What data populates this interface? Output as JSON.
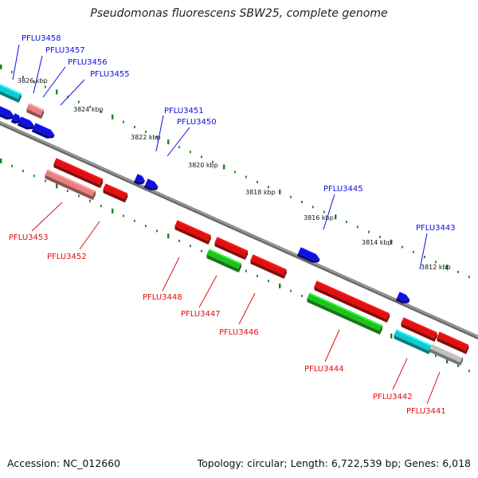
{
  "title": "Pseudomonas fluorescens SBW25, complete genome",
  "footer": {
    "accession": "Accession: NC_012660",
    "topology": "Topology: circular; Length: 6,722,539 bp; Genes: 6,018"
  },
  "colors": {
    "blue": "#1010e0",
    "red": "#e01010",
    "pink": "#e88080",
    "green": "#20c020",
    "cyan": "#10c8d0",
    "gray": "#c0c0c0",
    "dots": "#208020",
    "backbone": "#808080"
  },
  "ticks": [
    "3826 kbp",
    "3824 kbp",
    "3822 kbp",
    "3820 kbp",
    "3818 kbp",
    "3816 kbp",
    "3814 kbp",
    "3812 kbp"
  ],
  "labels_top": [
    "PFLU3458",
    "PFLU3457",
    "PFLU3456",
    "PFLU3455",
    "PFLU3451",
    "PFLU3450",
    "PFLU3445",
    "PFLU3443"
  ],
  "labels_bottom": [
    "PFLU3453",
    "PFLU3452",
    "PFLU3448",
    "PFLU3447",
    "PFLU3446",
    "PFLU3444",
    "PFLU3442",
    "PFLU3441"
  ]
}
